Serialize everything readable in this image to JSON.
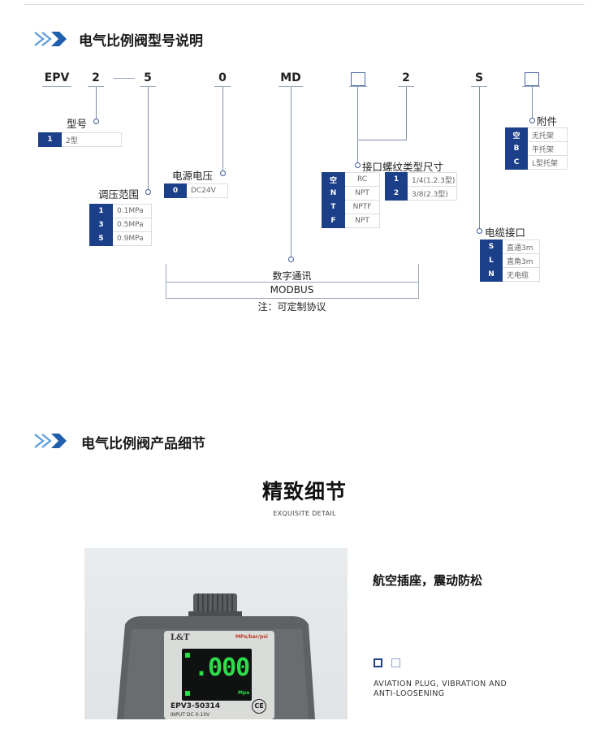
{
  "section1": {
    "title": "电气比例阀型号说明"
  },
  "model_codes": {
    "epv": "EPV",
    "c2": "2",
    "dash": "—",
    "c5": "5",
    "c0": "0",
    "cmd": "MD",
    "c2b": "2",
    "cs": "S"
  },
  "labels": {
    "type": "型号",
    "voltage": "电源电压",
    "pressure": "调压范围",
    "thread": "接口螺纹类型尺寸",
    "cable": "电缆接口",
    "accessory": "附件"
  },
  "type_table": [
    [
      "1",
      "2型"
    ]
  ],
  "voltage_table": [
    [
      "0",
      "DC24V"
    ]
  ],
  "pressure_table": [
    [
      "1",
      "0.1MPa"
    ],
    [
      "3",
      "0.5MPa"
    ],
    [
      "5",
      "0.9MPa"
    ]
  ],
  "thread_type_table": [
    [
      "空",
      "RC"
    ],
    [
      "N",
      "NPT"
    ],
    [
      "T",
      "NPTF"
    ],
    [
      "F",
      "NPT"
    ]
  ],
  "thread_size_table": [
    [
      "1",
      "1/4(1.2.3型)"
    ],
    [
      "2",
      "3/8(2.3型)"
    ]
  ],
  "cable_table": [
    [
      "S",
      "直通3m"
    ],
    [
      "L",
      "直角3m"
    ],
    [
      "N",
      "无电缆"
    ]
  ],
  "accessory_table": [
    [
      "空",
      "无托架"
    ],
    [
      "B",
      "平托架"
    ],
    [
      "C",
      "L型托架"
    ]
  ],
  "comm": {
    "title": "数字通讯",
    "protocol": "MODBUS",
    "note": "注：可定制协议"
  },
  "section2": {
    "title": "电气比例阀产品细节"
  },
  "detail": {
    "title": "精致细节",
    "subtitle": "EXQUISITE DETAIL"
  },
  "feature": {
    "title": "航空插座，震动防松",
    "en_line1": "AVIATION PLUG, VIBRATION AND",
    "en_line2": "ANTI-LOOSENING"
  },
  "device": {
    "brand": "L&T",
    "units": "MPa/bar/psi",
    "reading": ".000",
    "unit_small": "Mpa",
    "model": "EPV3-50314",
    "input": "INPUT   DC 0-10V",
    "ce": "CE"
  },
  "colors": {
    "accent": "#1c3f8a",
    "chevron_light": "#5b9bd5",
    "chevron_dark": "#1f5fae"
  }
}
